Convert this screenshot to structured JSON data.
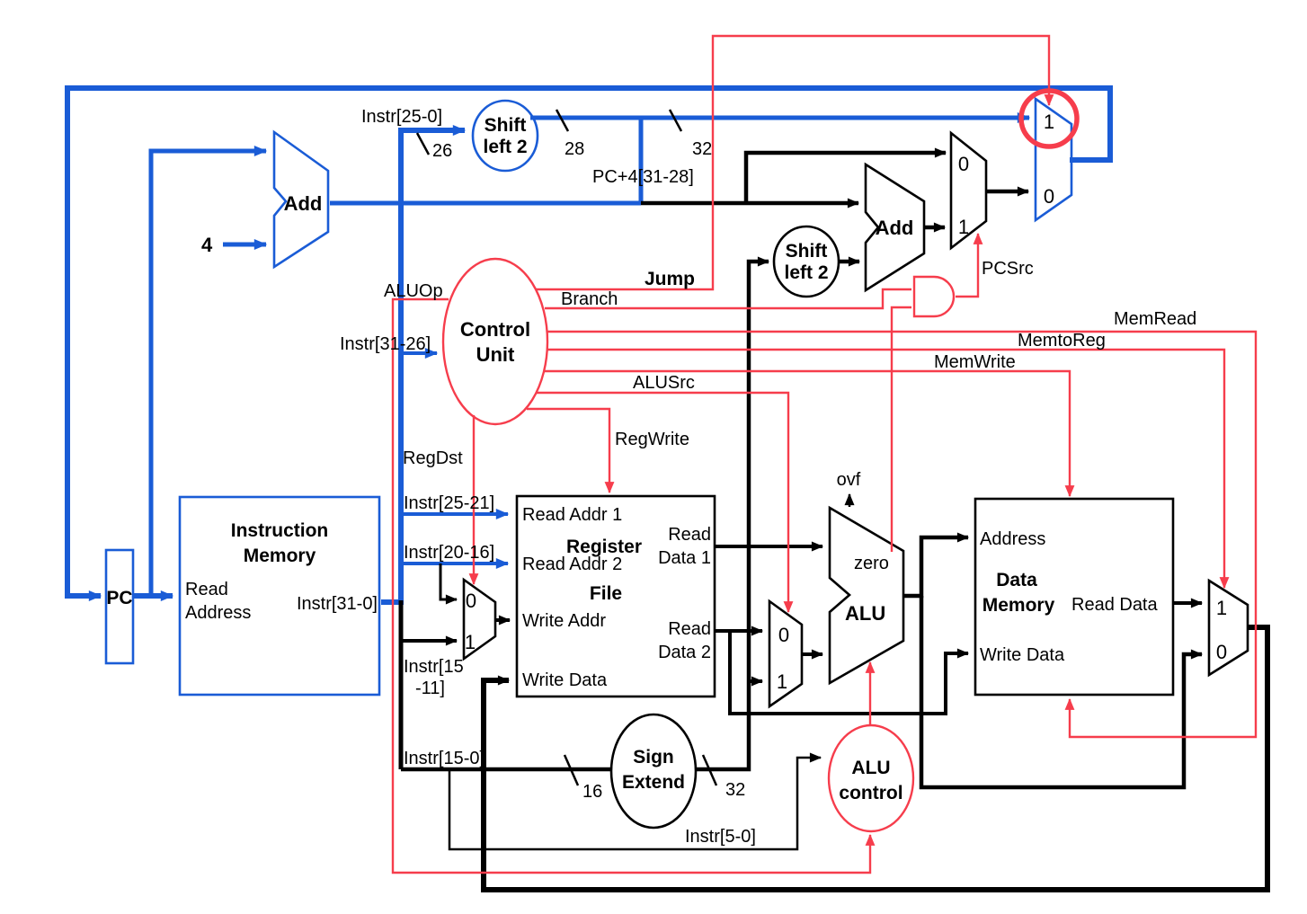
{
  "colors": {
    "blue": "#1a5cd6",
    "red": "#f63d4c",
    "black": "#000000",
    "background": "#ffffff"
  },
  "muxes": {
    "zero": "0",
    "one": "1"
  },
  "constants": {
    "four": "4"
  },
  "widths": {
    "w16": "16",
    "w26": "26",
    "w28": "28",
    "w32": "32"
  },
  "blocks": {
    "pc": {
      "label": "PC"
    },
    "instruction_memory": {
      "title1": "Instruction",
      "title2": "Memory",
      "port_read1": "Read",
      "port_read2": "Address",
      "out": "Instr[31-0]"
    },
    "register_file": {
      "title1": "Register",
      "title2": "File",
      "read_addr1": "Read Addr 1",
      "read_addr2": "Read Addr 2",
      "write_addr": "Write Addr",
      "write_data": "Write Data",
      "read_data1a": "Read",
      "read_data1b": "Data 1",
      "read_data2a": "Read",
      "read_data2b": "Data 2"
    },
    "data_memory": {
      "title1": "Data",
      "title2": "Memory",
      "address": "Address",
      "write_data": "Write Data",
      "read_data": "Read Data"
    },
    "alu": {
      "label": "ALU",
      "zero": "zero",
      "ovf": "ovf"
    },
    "alu_control": {
      "title1": "ALU",
      "title2": "control"
    },
    "control_unit": {
      "title1": "Control",
      "title2": "Unit"
    },
    "sign_extend": {
      "title1": "Sign",
      "title2": "Extend"
    },
    "shift_left_jump": {
      "title1": "Shift",
      "title2": "left 2"
    },
    "shift_left_branch": {
      "title1": "Shift",
      "title2": "left 2"
    },
    "adder_pc": {
      "label": "Add"
    },
    "adder_branch": {
      "label": "Add"
    }
  },
  "signals": {
    "jump": "Jump",
    "branch": "Branch",
    "mem_read": "MemRead",
    "mem_to_reg": "MemtoReg",
    "mem_write": "MemWrite",
    "alu_src": "ALUSrc",
    "reg_write": "RegWrite",
    "reg_dst": "RegDst",
    "alu_op": "ALUOp",
    "pc_src": "PCSrc"
  },
  "buses": {
    "instr_25_0": "Instr[25-0]",
    "instr_31_26": "Instr[31-26]",
    "instr_25_21": "Instr[25-21]",
    "instr_20_16": "Instr[20-16]",
    "instr_15_11a": "Instr[15",
    "instr_15_11b": "-11]",
    "instr_15_0": "Instr[15-0]",
    "instr_5_0": "Instr[5-0]",
    "pc_plus4_31_28": "PC+4[31-28]"
  }
}
